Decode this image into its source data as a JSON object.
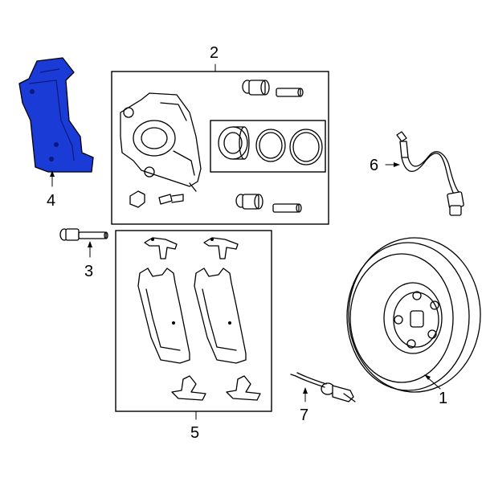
{
  "diagram": {
    "highlight_color": "#1a3bd6",
    "parts": [
      {
        "callout": "1",
        "name": "rotor"
      },
      {
        "callout": "2",
        "name": "caliper"
      },
      {
        "callout": "3",
        "name": "bolt"
      },
      {
        "callout": "4",
        "name": "caliper-bracket",
        "highlighted": true
      },
      {
        "callout": "5",
        "name": "brake-pads"
      },
      {
        "callout": "6",
        "name": "brake-hose"
      },
      {
        "callout": "7",
        "name": "wear-sensor"
      }
    ]
  }
}
